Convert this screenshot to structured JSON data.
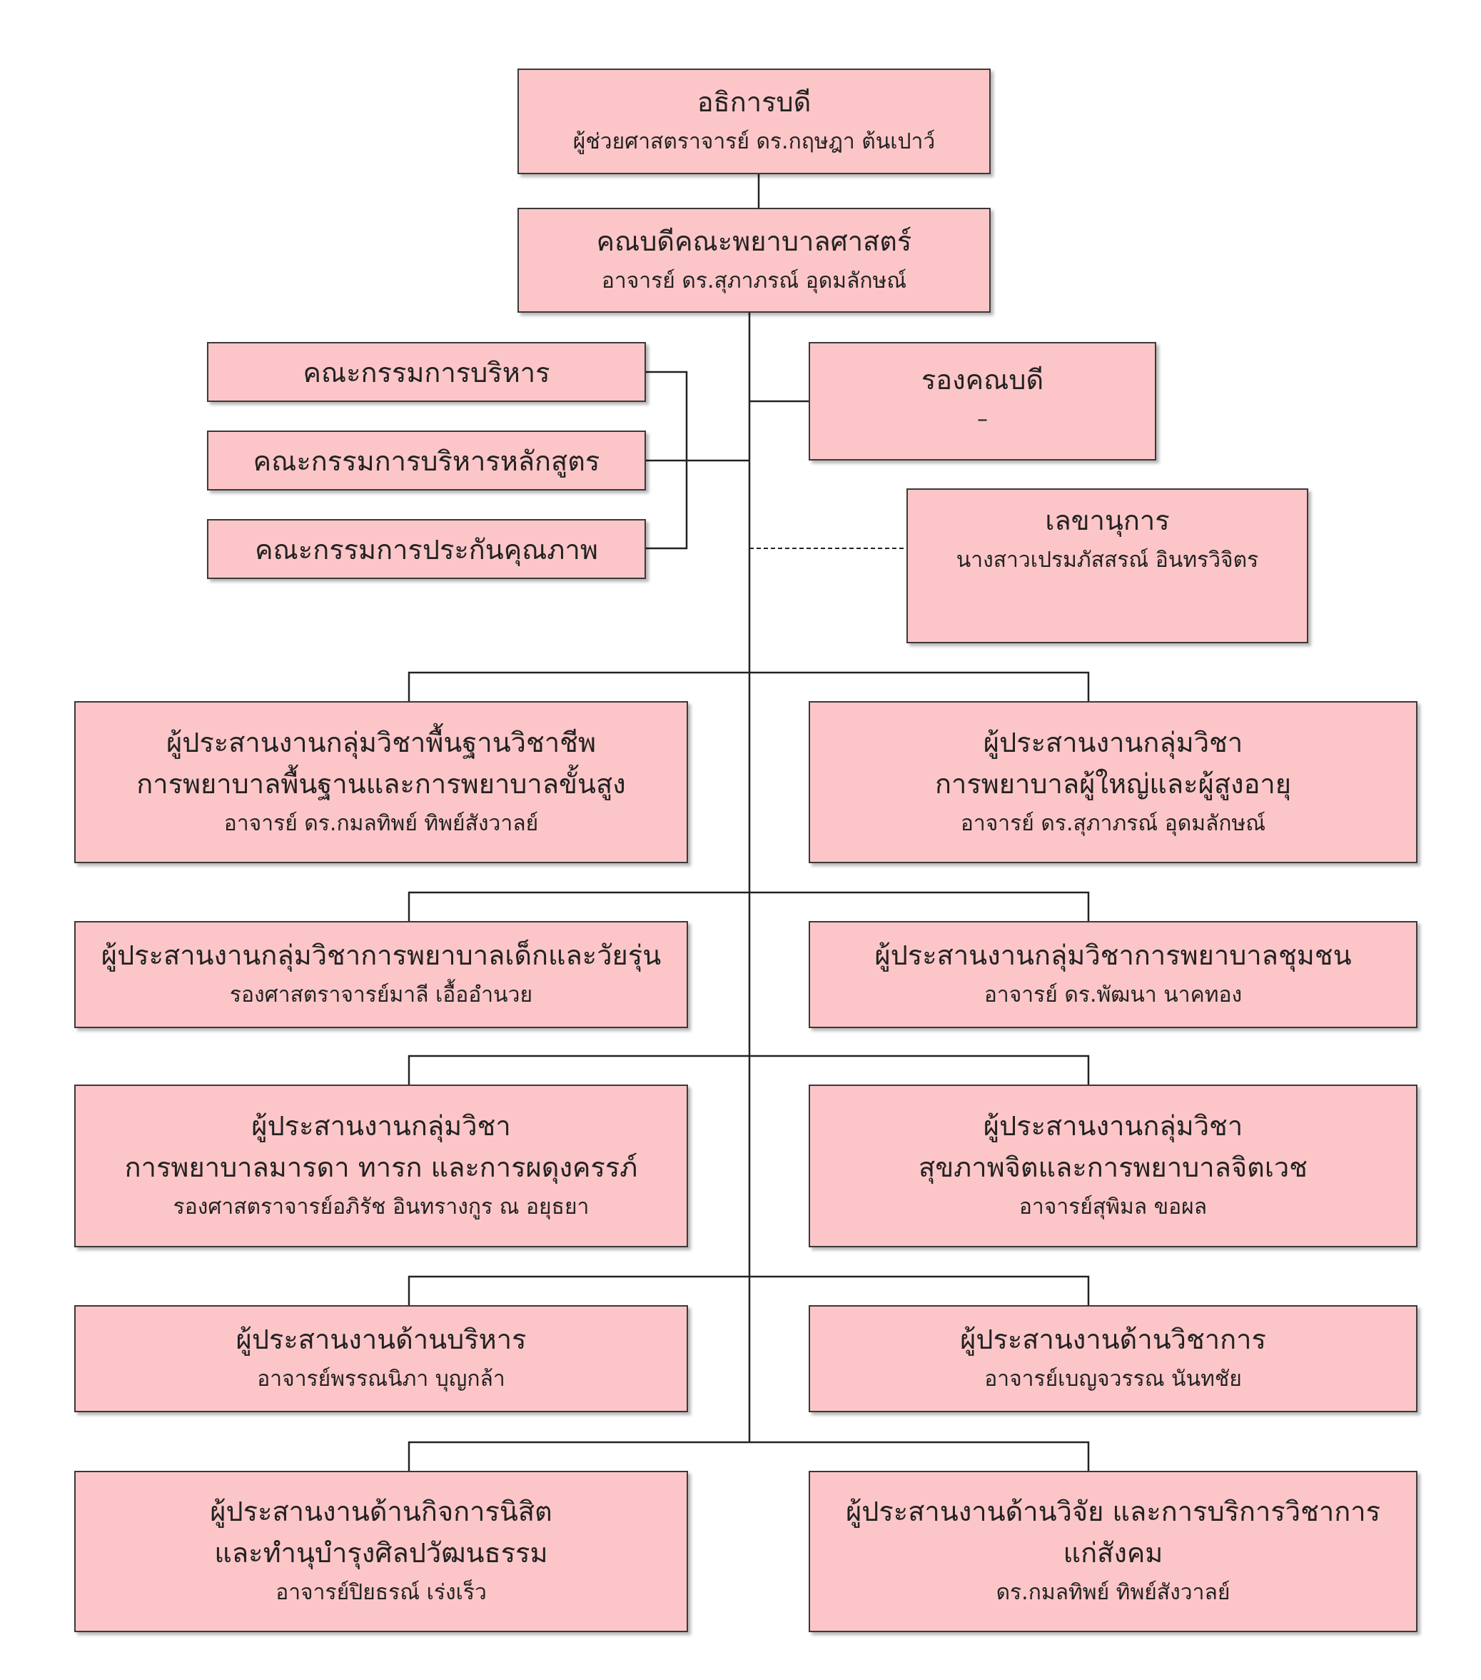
{
  "chart": {
    "president": {
      "title": "อธิการบดี",
      "name": "ผู้ช่วยศาสตราจารย์ ดร.กฤษฎา  ต้นเปาว์"
    },
    "dean": {
      "title": "คณบดีคณะพยาบาลศาสตร์",
      "name": "อาจารย์ ดร.สุภาภรณ์  อุดมลักษณ์"
    },
    "committees": [
      {
        "title": "คณะกรรมการบริหาร"
      },
      {
        "title": "คณะกรรมการบริหารหลักสูตร"
      },
      {
        "title": "คณะกรรมการประกันคุณภาพ"
      }
    ],
    "vice_dean": {
      "title": "รองคณบดี",
      "name": "–"
    },
    "secretary": {
      "title": "เลขานุการ",
      "name": "นางสาวเปรมภัสสรณ์  อินทรวิจิตร"
    },
    "coordinators": [
      {
        "lines": [
          "ผู้ประสานงานกลุ่มวิชาพื้นฐานวิชาชีพ",
          "การพยาบาลพื้นฐานและการพยาบาลขั้นสูง"
        ],
        "name": "อาจารย์ ดร.กมลทิพย์ ทิพย์สังวาลย์"
      },
      {
        "lines": [
          "ผู้ประสานงานกลุ่มวิชา",
          "การพยาบาลผู้ใหญ่และผู้สูงอายุ"
        ],
        "name": "อาจารย์ ดร.สุภาภรณ์  อุดมลักษณ์"
      },
      {
        "lines": [
          "ผู้ประสานงานกลุ่มวิชาการพยาบาลเด็กและวัยรุ่น"
        ],
        "name": "รองศาสตราจารย์มาลี  เอื้ออำนวย"
      },
      {
        "lines": [
          "ผู้ประสานงานกลุ่มวิชาการพยาบาลชุมชน"
        ],
        "name": "อาจารย์ ดร.พัฒนา นาคทอง"
      },
      {
        "lines": [
          "ผู้ประสานงานกลุ่มวิชา",
          "การพยาบาลมารดา ทารก และการผดุงครรภ์"
        ],
        "name": "รองศาสตราจารย์อภิรัช อินทรางกูร ณ อยุธยา"
      },
      {
        "lines": [
          "ผู้ประสานงานกลุ่มวิชา",
          "สุขภาพจิตและการพยาบาลจิตเวช"
        ],
        "name": "อาจารย์สุพิมล ขอผล"
      },
      {
        "lines": [
          "ผู้ประสานงานด้านบริหาร"
        ],
        "name": "อาจารย์พรรณนิภา บุญกล้า"
      },
      {
        "lines": [
          "ผู้ประสานงานด้านวิชาการ"
        ],
        "name": "อาจารย์เบญจวรรณ นันทชัย"
      },
      {
        "lines": [
          "ผู้ประสานงานด้านกิจการนิสิต",
          "และทำนุบำรุงศิลปวัฒนธรรม"
        ],
        "name": "อาจารย์ปิยธรณ์  เร่งเร็ว"
      },
      {
        "lines": [
          "ผู้ประสานงานด้านวิจัย และการบริการวิชาการ",
          "แก่สังคม"
        ],
        "name": "ดร.กมลทิพย์  ทิพย์สังวาลย์"
      }
    ]
  },
  "colors": {
    "box_fill": "#fcc6c8",
    "box_border": "#3a3a3a",
    "line": "#222222"
  }
}
